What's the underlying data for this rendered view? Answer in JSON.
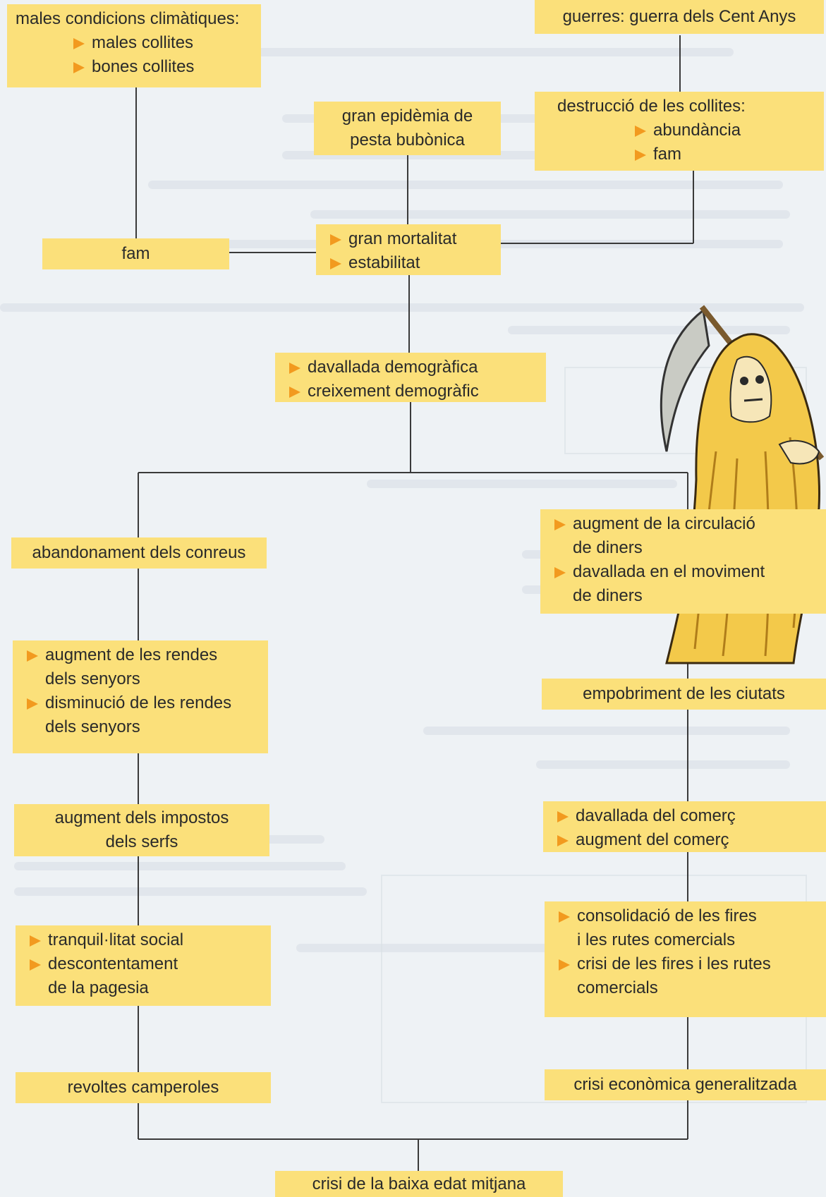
{
  "title": "crisi de la baixa edat mitjana",
  "nodes": {
    "climate": {
      "label": "males condicions climàtiques:",
      "options": [
        "males collites",
        "bones collites"
      ]
    },
    "wars": {
      "label": "guerres: guerra dels Cent Anys"
    },
    "plague": {
      "label_line1": "gran epidèmia de",
      "label_line2": "pesta bubònica"
    },
    "crops": {
      "label": "destrucció de les collites:",
      "options": [
        "abundància",
        "fam"
      ]
    },
    "famine": {
      "label": "fam"
    },
    "mortality": {
      "options": [
        "gran mortalitat",
        "estabilitat"
      ]
    },
    "demography": {
      "options": [
        "davallada demogràfica",
        "creixement demogràfic"
      ]
    },
    "money": {
      "options": [
        [
          "augment de la circulació",
          "de diners"
        ],
        [
          "davallada en el moviment",
          "de diners"
        ]
      ]
    },
    "abandon": {
      "label": "abandonament dels conreus"
    },
    "rents": {
      "options": [
        [
          "augment de les rendes",
          "dels senyors"
        ],
        [
          "disminució de les rendes",
          "dels senyors"
        ]
      ]
    },
    "cities": {
      "label": "empobriment de les ciutats"
    },
    "taxes": {
      "label_line1": "augment dels impostos",
      "label_line2": "dels serfs"
    },
    "commerce": {
      "options": [
        "davallada del comerç",
        "augment del comerç"
      ]
    },
    "social": {
      "options": [
        [
          "tranquil·litat social"
        ],
        [
          "descontentament",
          "de la pagesia"
        ]
      ]
    },
    "fairs": {
      "options": [
        [
          "consolidació de les fires",
          "i les rutes comercials"
        ],
        [
          "crisi de les fires i les rutes",
          "comercials"
        ]
      ]
    },
    "revolts": {
      "label": "revoltes camperoles"
    },
    "economic": {
      "label": "crisi econòmica generalitzada"
    }
  },
  "colors": {
    "box": "#fbe07a",
    "arrow": "#f29a1f",
    "line": "#3a3a3a",
    "background": "#eef2f5"
  },
  "illustration": "grim-reaper-with-scythe"
}
